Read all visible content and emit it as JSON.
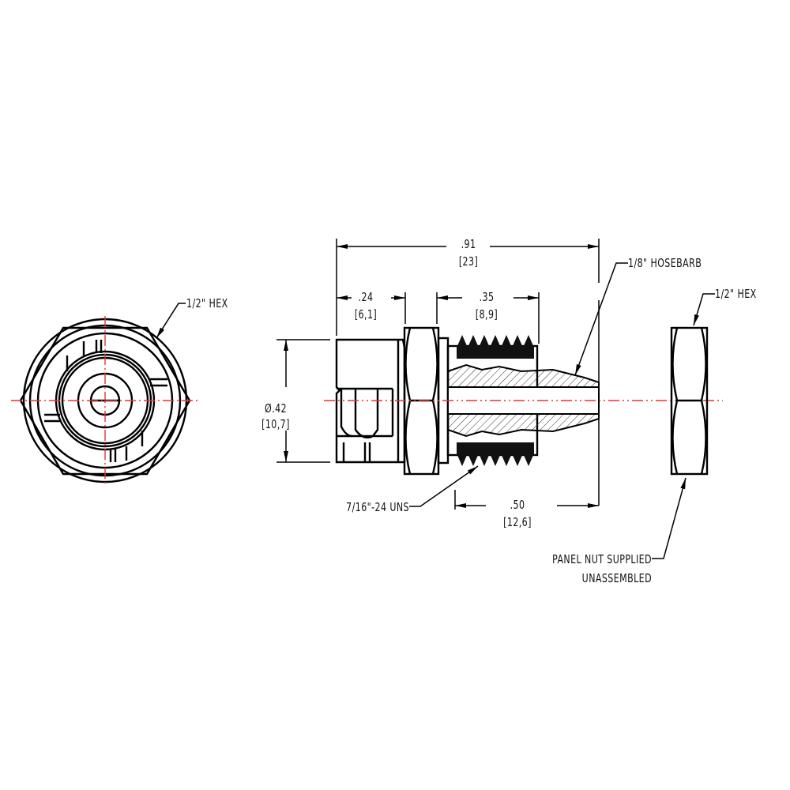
{
  "drawing": {
    "front_view": {
      "callout": "1/2\" HEX"
    },
    "side_view": {
      "overall_length": {
        "inch": ".91",
        "mm": "[23]"
      },
      "body_length": {
        "inch": ".24",
        "mm": "[6,1]"
      },
      "thread_length": {
        "inch": ".35",
        "mm": "[8,9]"
      },
      "diameter": {
        "inch": "Ø.42",
        "mm": "[10,7]"
      },
      "barb_length": {
        "inch": ".50",
        "mm": "[12,6]"
      },
      "hosebarb_callout": "1/8\" HOSEBARB",
      "thread_callout": "7/16\"-24 UNS"
    },
    "panel_nut": {
      "callout": "1/2\" HEX",
      "note_line1": "PANEL NUT SUPPLIED",
      "note_line2": "UNASSEMBLED"
    },
    "colors": {
      "line": "#000000",
      "centerline": "#e8322e",
      "background": "#ffffff"
    }
  }
}
